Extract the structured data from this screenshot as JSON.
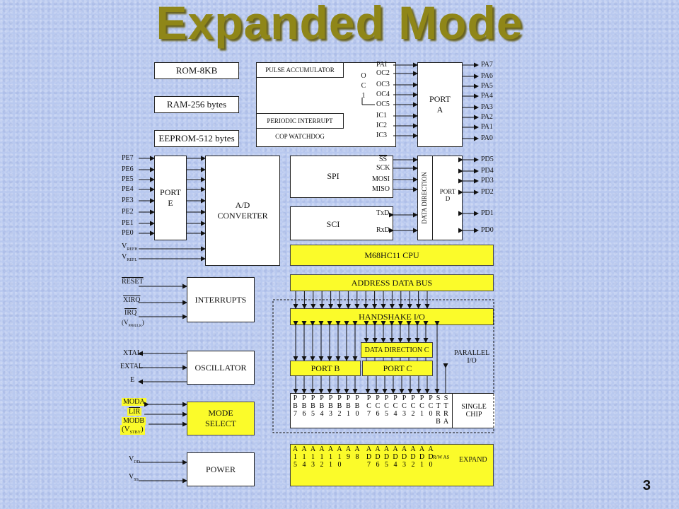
{
  "title": "Expanded Mode",
  "page_number": "3",
  "memory": {
    "rom": "ROM-8KB",
    "ram": "RAM-256 bytes",
    "eeprom": "EEPROM-512 bytes"
  },
  "timer": {
    "pulse_accumulator": "PULSE ACCUMULATOR",
    "periodic_interrupt": "PERIODIC INTERRUPT",
    "cop_watchdog": "COP WATCHDOG",
    "oc1": [
      "O",
      "C",
      "1"
    ],
    "pins": [
      "PAI",
      "OC2",
      "OC3",
      "OC4",
      "OC5",
      "IC1",
      "IC2",
      "IC3"
    ]
  },
  "port_a": {
    "label": "PORT\nA",
    "pins": [
      "PA7",
      "PA6",
      "PA5",
      "PA4",
      "PA3",
      "PA2",
      "PA1",
      "PA0"
    ]
  },
  "port_e": {
    "label": "PORT\nE",
    "pins": [
      "PE7",
      "PE6",
      "PE5",
      "PE4",
      "PE3",
      "PE2",
      "PE1",
      "PE0"
    ],
    "vrefh": "V",
    "vrefh_sub": "REFH",
    "vrefl": "V",
    "vrefl_sub": "REFL"
  },
  "ad": {
    "label": "A/D\nCONVERTER"
  },
  "spi": {
    "label": "SPI",
    "pins": [
      "SS",
      "SCK",
      "MOSI",
      "MISO"
    ]
  },
  "sci": {
    "label": "SCI",
    "pins": [
      "TxD",
      "RxD"
    ]
  },
  "port_d": {
    "label": "PORT\nD",
    "data_direction": "DATA DIRECTION",
    "pins": [
      "PD5",
      "PD4",
      "PD3",
      "PD2",
      "PD1",
      "PD0"
    ]
  },
  "cpu": "M68HC11 CPU",
  "address_data_bus": "ADDRESS DATA BUS",
  "handshake": "HANDSHAKE I/O",
  "data_direction_c": "DATA DIRECTION C",
  "port_b": "PORT B",
  "port_c": "PORT C",
  "parallel_io": "PARALLEL\nI/O",
  "interrupts": {
    "label": "INTERRUPTS",
    "pins": [
      "RESET",
      "XIRQ",
      "IRQ"
    ],
    "vppbulk": "(V",
    "vppbulk_sub": "PPBULK",
    "vppbulk_end": ")"
  },
  "oscillator": {
    "label": "OSCILLATOR",
    "pins": [
      "XTAL",
      "EXTAL",
      "E"
    ]
  },
  "mode_select": {
    "label": "MODE\nSELECT",
    "moda": "MODA",
    "lir": "LIR",
    "modb": "MODB",
    "vstby": "(V",
    "vstby_sub": "STBY",
    "vstby_end": ")"
  },
  "power": {
    "label": "POWER",
    "vdd": "V",
    "vdd_sub": "DD",
    "vss": "V",
    "vss_sub": "SS"
  },
  "single_chip": {
    "label": "SINGLE\nCHIP",
    "pins": [
      [
        "P",
        "B",
        "7"
      ],
      [
        "P",
        "B",
        "6"
      ],
      [
        "P",
        "B",
        "5"
      ],
      [
        "P",
        "B",
        "4"
      ],
      [
        "P",
        "B",
        "3"
      ],
      [
        "P",
        "B",
        "2"
      ],
      [
        "P",
        "B",
        "1"
      ],
      [
        "P",
        "B",
        "0"
      ],
      [
        "P",
        "C",
        "7"
      ],
      [
        "P",
        "C",
        "6"
      ],
      [
        "P",
        "C",
        "5"
      ],
      [
        "P",
        "C",
        "4"
      ],
      [
        "P",
        "C",
        "3"
      ],
      [
        "P",
        "C",
        "2"
      ],
      [
        "P",
        "C",
        "1"
      ],
      [
        "P",
        "C",
        "0"
      ],
      [
        "S",
        "T",
        "R",
        "B"
      ],
      [
        "S",
        "T",
        "R",
        "A"
      ]
    ]
  },
  "expand": {
    "label": "EXPAND",
    "rwas": "R/W AS",
    "pins": [
      [
        "A",
        "1",
        "5"
      ],
      [
        "A",
        "1",
        "4"
      ],
      [
        "A",
        "1",
        "3"
      ],
      [
        "A",
        "1",
        "2"
      ],
      [
        "A",
        "1",
        "1"
      ],
      [
        "A",
        "1",
        "0"
      ],
      [
        "A",
        "9"
      ],
      [
        "A",
        "8"
      ],
      [
        "A",
        "D",
        "7"
      ],
      [
        "A",
        "D",
        "6"
      ],
      [
        "A",
        "D",
        "5"
      ],
      [
        "A",
        "D",
        "4"
      ],
      [
        "A",
        "D",
        "3"
      ],
      [
        "A",
        "D",
        "2"
      ],
      [
        "A",
        "D",
        "1"
      ],
      [
        "A",
        "D",
        "0"
      ]
    ]
  }
}
